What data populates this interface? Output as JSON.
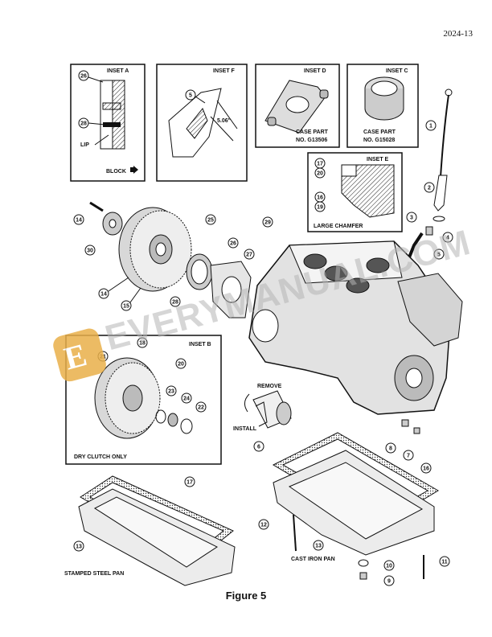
{
  "page_number": "2024-13",
  "figure_caption": "Figure 5",
  "insets": {
    "a": {
      "title": "INSET A",
      "lip": "LIP",
      "block": "BLOCK",
      "callouts": [
        "26",
        "28"
      ]
    },
    "f": {
      "title": "INSET F",
      "dimension": "5.06\"",
      "callouts": [
        "5"
      ]
    },
    "d": {
      "title": "INSET  D",
      "line1": "CASE PART",
      "line2": "NO. G13506"
    },
    "c": {
      "title": "INSET C",
      "line1": "CASE PART",
      "line2": "NO. G15028"
    },
    "e": {
      "title": "INSET  E",
      "chamfer": "LARGE CHAMFER",
      "callouts": [
        "17",
        "20",
        "16",
        "19"
      ]
    },
    "b": {
      "title": "INSET B",
      "note": "DRY CLUTCH ONLY",
      "callouts": [
        "18",
        "21",
        "20",
        "23",
        "24",
        "22"
      ]
    }
  },
  "labels": {
    "remove": "REMOVE",
    "install": "INSTALL",
    "cast_iron_pan": "CAST IRON PAN",
    "stamped_steel_pan": "STAMPED STEEL PAN"
  },
  "callouts": [
    "1",
    "2",
    "3",
    "4",
    "5",
    "6",
    "7",
    "8",
    "9",
    "10",
    "11",
    "12",
    "13",
    "13",
    "14",
    "14",
    "15",
    "16",
    "17",
    "25",
    "26",
    "27",
    "28",
    "29",
    "30"
  ],
  "watermark": "EVERYMANUAL.COM",
  "watermark_badge": "E"
}
